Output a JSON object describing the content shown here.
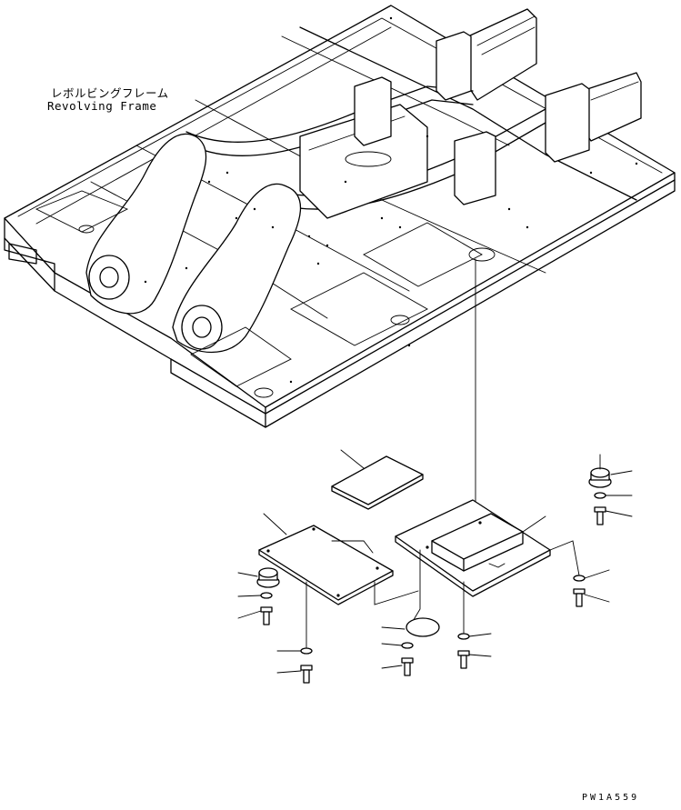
{
  "labels": {
    "part_name_jp": "レボルビングフレーム",
    "part_name_en": "Revolving Frame",
    "figure_code": "PW1A559"
  },
  "icons": [
    "revolving-frame-drawing",
    "cover-plate-icon",
    "cushion-mount-icon",
    "washer-icon",
    "bolt-icon",
    "controller-box-icon",
    "label-plate-icon"
  ]
}
